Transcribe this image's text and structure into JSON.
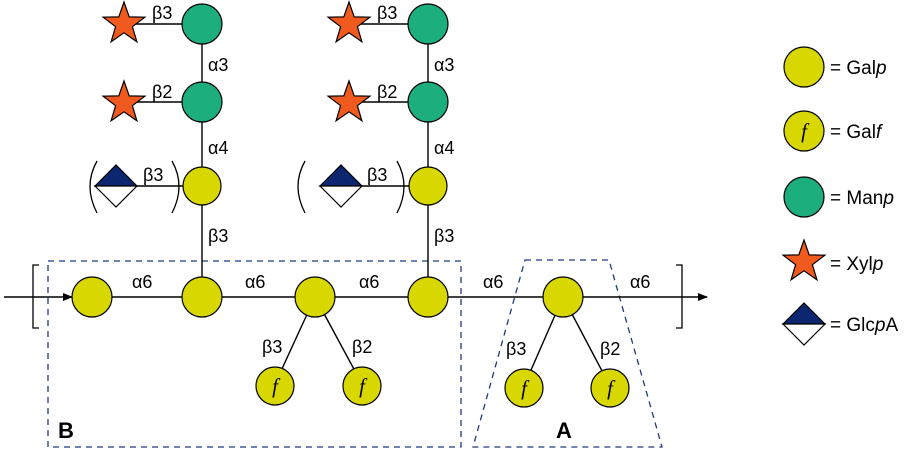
{
  "colors": {
    "galp": "#d8d800",
    "galf": "#d8d800",
    "manp": "#1dae7e",
    "xylp": "#f05a1e",
    "glcpa": "#0c2670",
    "frame": "#1f3a7a"
  },
  "linkages": {
    "top_left_b3": "β3",
    "top_left_a3": "α3",
    "top_left_b2": "β2",
    "top_left_a4": "α4",
    "top_left_glc_b3": "β3",
    "top_left_gal_b3": "β3",
    "top_right_b3": "β3",
    "top_right_a3": "α3",
    "top_right_b2": "β2",
    "top_right_a4": "α4",
    "top_right_glc_b3": "β3",
    "top_right_gal_b3": "β3",
    "main_a6_1": "α6",
    "main_a6_2": "α6",
    "main_a6_3": "α6",
    "main_a6_4": "α6",
    "main_a6_5": "α6",
    "branch_b_b3": "β3",
    "branch_b_b2": "β2",
    "branch_a_b3": "β3",
    "branch_a_b2": "β2"
  },
  "galf_glyph": "f",
  "box_labels": {
    "b": "B",
    "a": "A"
  },
  "legend": [
    {
      "symbol": "circle-yellow",
      "prefix": "= Gal",
      "italic": "p",
      "suffix": ""
    },
    {
      "symbol": "circle-yellow-f",
      "prefix": "= Gal",
      "italic": "f",
      "suffix": ""
    },
    {
      "symbol": "circle-green",
      "prefix": "= Man",
      "italic": "p",
      "suffix": ""
    },
    {
      "symbol": "star-orange",
      "prefix": "= Xyl",
      "italic": "p",
      "suffix": ""
    },
    {
      "symbol": "diamond-half",
      "prefix": "= Glc",
      "italic": "p",
      "suffix": "A"
    }
  ]
}
